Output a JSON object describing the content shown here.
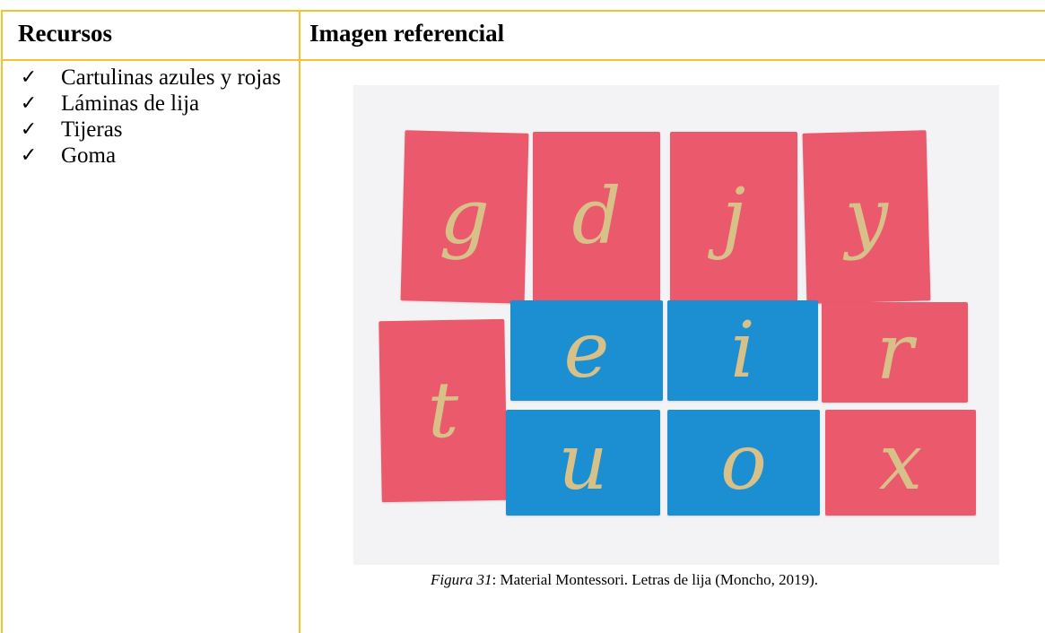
{
  "headers": {
    "recursos": "Recursos",
    "imagen": "Imagen referencial"
  },
  "resources": [
    {
      "check": "✓",
      "label": "Cartulinas azules y rojas"
    },
    {
      "check": "✓",
      "label": "Láminas de lija"
    },
    {
      "check": "✓",
      "label": "Tijeras"
    },
    {
      "check": "✓",
      "label": "Goma"
    }
  ],
  "photo": {
    "cards": [
      {
        "letter": "g",
        "color": "pink"
      },
      {
        "letter": "d",
        "color": "pink"
      },
      {
        "letter": "j",
        "color": "pink"
      },
      {
        "letter": "y",
        "color": "pink"
      },
      {
        "letter": "t",
        "color": "pink"
      },
      {
        "letter": "e",
        "color": "blue"
      },
      {
        "letter": "i",
        "color": "blue"
      },
      {
        "letter": "r",
        "color": "pink"
      },
      {
        "letter": "u",
        "color": "blue"
      },
      {
        "letter": "o",
        "color": "blue"
      },
      {
        "letter": "x",
        "color": "pink"
      }
    ]
  },
  "caption": {
    "figure": "Figura 31",
    "text": ": Material Montessori. Letras de lija (Moncho, 2019)."
  },
  "colors": {
    "border": "#f2c232",
    "pink_card": "#ea5a6c",
    "blue_card": "#1b8fd2",
    "letter": "#d8c089"
  }
}
